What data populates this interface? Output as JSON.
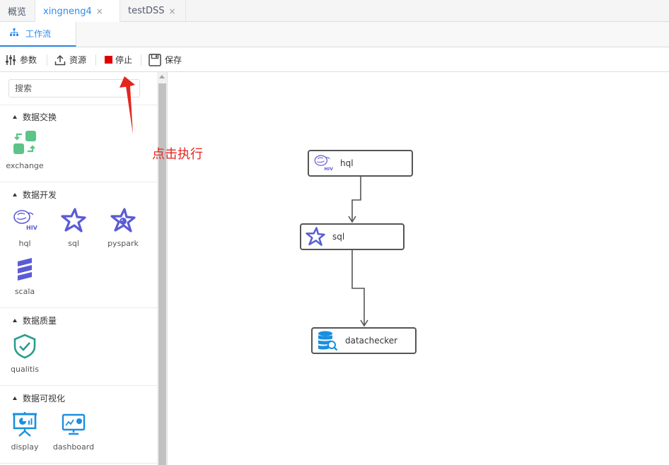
{
  "top_tabs": [
    {
      "label": "概览",
      "closable": false,
      "active": false
    },
    {
      "label": "xingneng4",
      "closable": true,
      "active": true
    },
    {
      "label": "testDSS",
      "closable": true,
      "active": false
    }
  ],
  "close_glyph": "×",
  "sub_tab": {
    "label": "工作流",
    "icon": "sitemap-icon"
  },
  "toolbar": {
    "params_label": "参数",
    "resource_label": "资源",
    "stop_label": "停止",
    "save_label": "保存"
  },
  "sidebar": {
    "search_placeholder": "搜索",
    "sections": [
      {
        "title": "数据交换",
        "items": [
          {
            "label": "exchange",
            "icon": "exchange-icon"
          }
        ]
      },
      {
        "title": "数据开发",
        "items": [
          {
            "label": "hql",
            "icon": "hive-icon"
          },
          {
            "label": "sql",
            "icon": "spark-star-icon"
          },
          {
            "label": "pyspark",
            "icon": "pyspark-icon"
          },
          {
            "label": "scala",
            "icon": "scala-icon"
          }
        ]
      },
      {
        "title": "数据质量",
        "items": [
          {
            "label": "qualitis",
            "icon": "shield-check-icon"
          }
        ]
      },
      {
        "title": "数据可视化",
        "items": [
          {
            "label": "display",
            "icon": "presentation-icon"
          },
          {
            "label": "dashboard",
            "icon": "dashboard-icon"
          }
        ]
      }
    ]
  },
  "workflow": {
    "nodes": [
      {
        "label": "hql",
        "icon": "hive-icon"
      },
      {
        "label": "sql",
        "icon": "spark-star-icon"
      },
      {
        "label": "datachecker",
        "icon": "database-search-icon"
      }
    ],
    "edges": [
      [
        "hql",
        "sql"
      ],
      [
        "sql",
        "datachecker"
      ]
    ]
  },
  "annotation": {
    "text": "点击执行",
    "color": "#e3261e"
  },
  "colors": {
    "accent": "#2d8cf0",
    "stop": "#e10000",
    "exchange": "#5cc489",
    "spark": "#5b5bd6",
    "qualitis": "#2a9d8f",
    "visual": "#1a8fe0"
  }
}
